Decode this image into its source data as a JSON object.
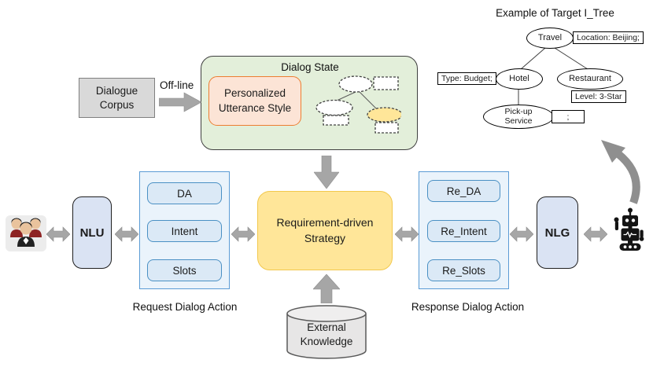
{
  "tree_example": {
    "title": "Example of Target I_Tree",
    "nodes": {
      "travel": "Travel",
      "hotel": "Hotel",
      "restaurant": "Restaurant",
      "pickup": "Pick-up Service"
    },
    "labels": {
      "location": "Location: Beijing;",
      "type": "Type: Budget;",
      "level": "Level: 3-Star",
      "semicolon": ";"
    }
  },
  "dialog_state": {
    "title": "Dialog State",
    "personalized_style": "Personalized Utterance Style"
  },
  "offline": {
    "corpus": "Dialogue Corpus",
    "arrow_label": "Off-line"
  },
  "pipeline": {
    "nlu": "NLU",
    "nlg": "NLG",
    "strategy": "Requirement-driven Strategy",
    "request_actions": [
      "DA",
      "Intent",
      "Slots"
    ],
    "response_actions": [
      "Re_DA",
      "Re_Intent",
      "Re_Slots"
    ],
    "request_label": "Request Dialog Action",
    "response_label": "Response Dialog Action",
    "external_knowledge": "External Knowledge"
  },
  "icons": {
    "user_group": "user-group-icon",
    "robot": "robot-icon"
  },
  "colors": {
    "dialog_state_fill": "#E3EFDA",
    "personalized_fill": "#FCE4D6",
    "personalized_border": "#ED7D31",
    "strategy_fill": "#FFE699",
    "nlu_nlg_fill": "#DAE3F3",
    "action_fill": "#DBE9F6",
    "action_border": "#4A90C4",
    "container_border": "#5B9BD5",
    "arrow_gray": "#A6A6A6",
    "corpus_fill": "#D9D9D9",
    "cylinder_fill": "#E7E6E6",
    "highlight_node_fill": "#FFE699"
  }
}
